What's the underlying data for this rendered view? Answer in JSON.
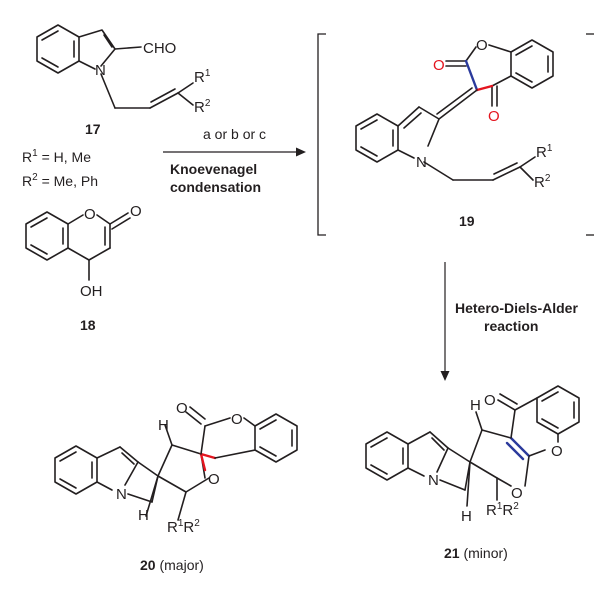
{
  "colors": {
    "ink": "#231f20",
    "red_bond": "#e4151f",
    "blue_bond": "#2b3a9c"
  },
  "atoms": {
    "O": "O",
    "N": "N",
    "H": "H",
    "OH": "OH",
    "CHO": "CHO",
    "R": "R",
    "one": "1",
    "two": "2"
  },
  "reactant_17": {
    "number": "17",
    "r1_text": "= H, Me",
    "r2_text": "= Me, Ph"
  },
  "reactant_18": {
    "number": "18"
  },
  "step1": {
    "conditions": "a or b or c",
    "name_line1": "Knoevenagel",
    "name_line2": "condensation"
  },
  "intermediate_19": {
    "number": "19"
  },
  "step2": {
    "name_line1": "Hetero-Diels-Alder",
    "name_line2": "reaction"
  },
  "product_20": {
    "number": "20",
    "note": "(major)"
  },
  "product_21": {
    "number": "21",
    "note": "(minor)"
  }
}
